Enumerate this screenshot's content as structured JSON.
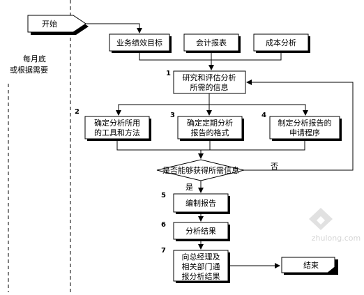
{
  "start_label": "开始",
  "side_note": [
    "每月底",
    "或根据需要"
  ],
  "inputs": [
    "业务绩效目标",
    "会计报表",
    "成本分析"
  ],
  "steps": [
    {
      "num": "1",
      "lines": [
        "研究和评估分析",
        "所需的信息"
      ]
    },
    {
      "num": "2",
      "lines": [
        "确定分析所用",
        "的工具和方法"
      ]
    },
    {
      "num": "3",
      "lines": [
        "确定定期分析",
        "报告的格式"
      ]
    },
    {
      "num": "4",
      "lines": [
        "制定分析报告的",
        "申请程序"
      ]
    },
    {
      "num": "5",
      "lines": [
        "编制报告"
      ]
    },
    {
      "num": "6",
      "lines": [
        "分析结果"
      ]
    },
    {
      "num": "7",
      "lines": [
        "向总经理及",
        "相关部门通",
        "报分析结果"
      ]
    }
  ],
  "decision": {
    "label": "是否能够获得所需信息",
    "yes": "是",
    "no": "否"
  },
  "end_label": "结束",
  "watermark": "zhulong.com"
}
